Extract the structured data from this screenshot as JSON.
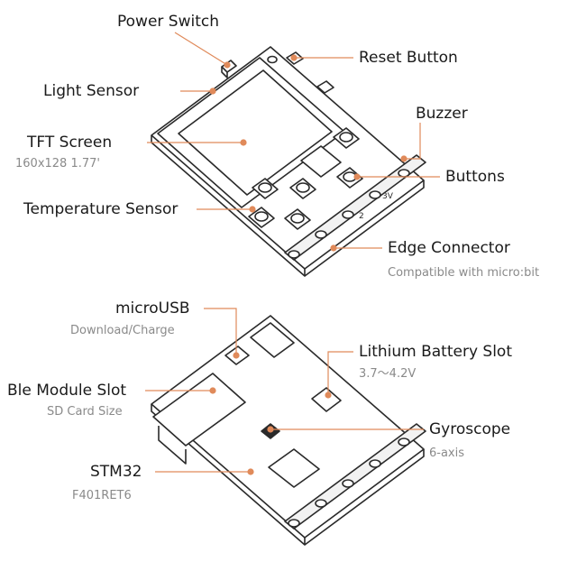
{
  "accent_color": "#e08a5a",
  "top_board": {
    "power_switch": "Power Switch",
    "reset_button": "Reset Button",
    "light_sensor": "Light Sensor",
    "buzzer": "Buzzer",
    "tft_screen": "TFT Screen",
    "tft_screen_sub": "160x128 1.77'",
    "buttons": "Buttons",
    "temperature_sensor": "Temperature Sensor",
    "edge_connector": "Edge Connector",
    "edge_connector_sub": "Compatible with micro:bit",
    "pin_labels": [
      "2",
      "3V"
    ]
  },
  "bottom_board": {
    "micro_usb": "microUSB",
    "micro_usb_sub": "Download/Charge",
    "lithium_battery_slot": "Lithium Battery Slot",
    "lithium_battery_slot_sub": "3.7～4.2V",
    "ble_module_slot": "Ble Module Slot",
    "ble_module_slot_sub": "SD Card Size",
    "gyroscope": "Gyroscope",
    "gyroscope_sub": "6-axis",
    "stm32": "STM32",
    "stm32_sub": "F401RET6"
  }
}
